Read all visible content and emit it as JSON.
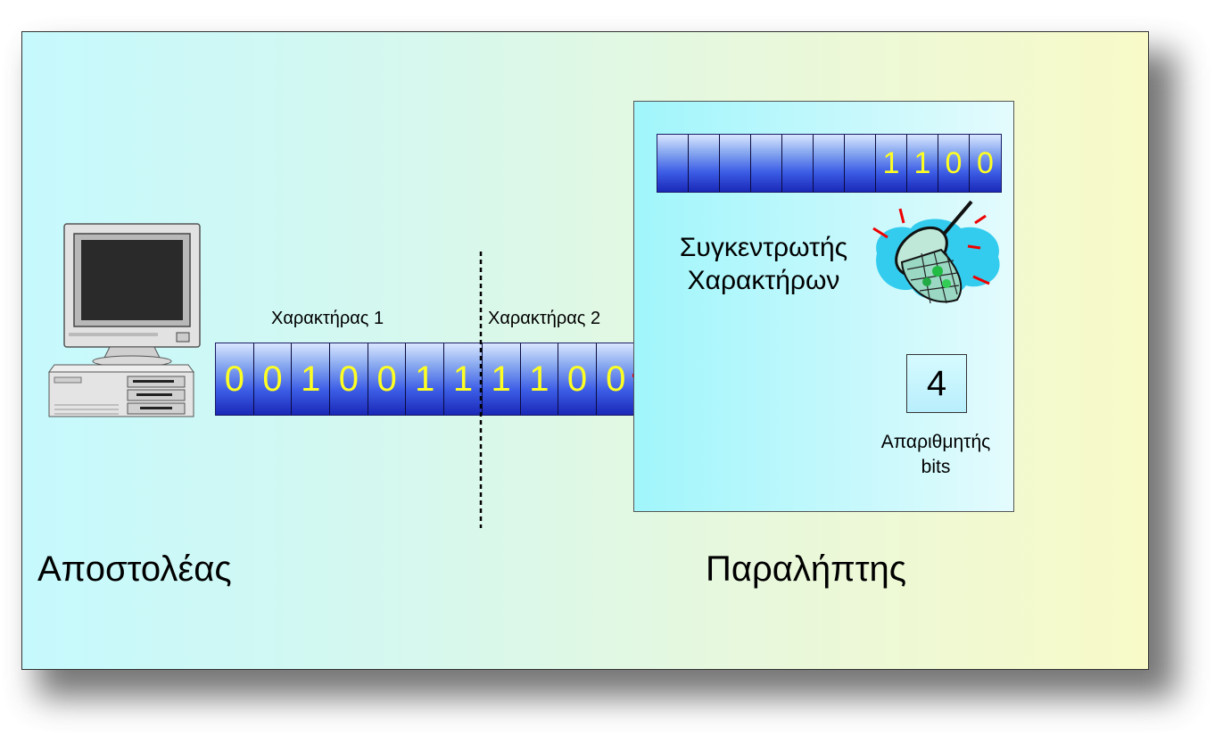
{
  "sender_label": "Αποστολέας",
  "receiver_label": "Παραλήπτης",
  "char1_label": "Χαρακτήρας 1",
  "char2_label": "Χαρακτήρας 2",
  "stream_bits": [
    "0",
    "0",
    "1",
    "0",
    "0",
    "1",
    "1",
    "1",
    "1",
    "0",
    "0"
  ],
  "buffer_bits": [
    "",
    "",
    "",
    "",
    "",
    "",
    "",
    "1",
    "1",
    "0",
    "0"
  ],
  "assembler_label_line1": "Συγκεντρωτής",
  "assembler_label_line2": "Χαρακτήρων",
  "counter_value": "4",
  "counter_label_line1": "Απαριθμητής",
  "counter_label_line2": "bits",
  "icons": [
    "computer-icon",
    "net-icon",
    "arrow-icon"
  ],
  "colors": {
    "bit_text": "#ffff22",
    "arrow": "#ee0000",
    "cell_dark": "#1a28b8"
  }
}
